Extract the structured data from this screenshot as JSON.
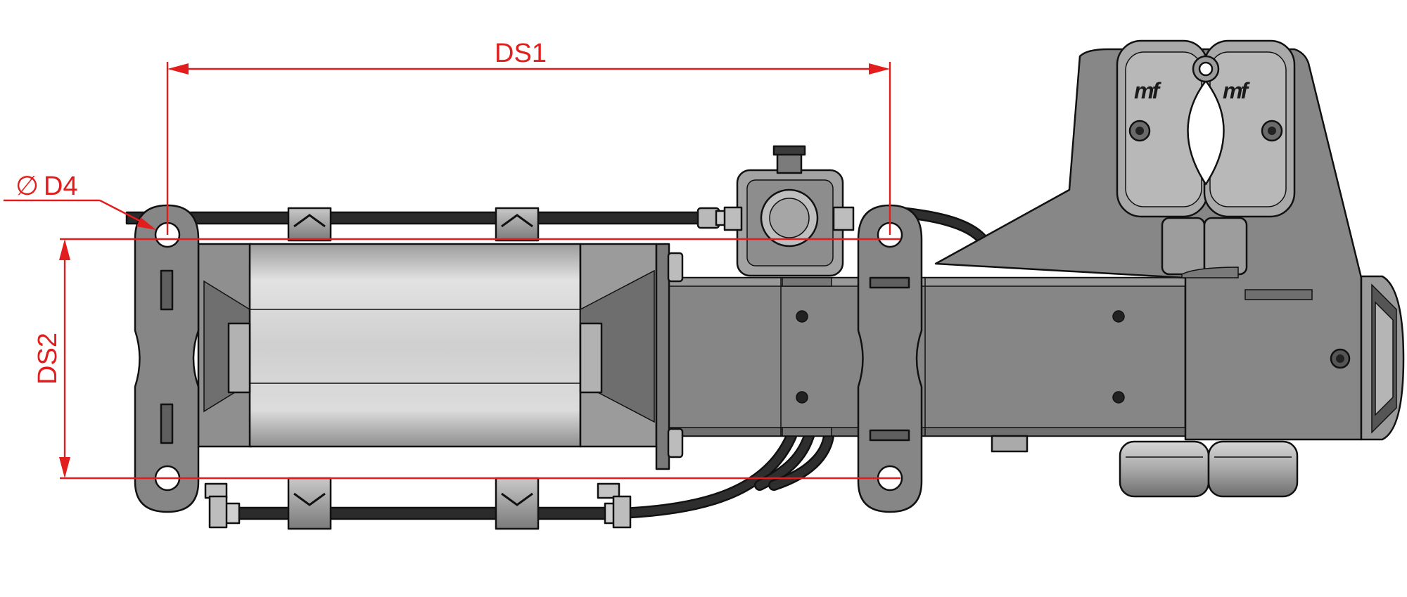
{
  "dimensions": {
    "ds1": {
      "label": "DS1"
    },
    "ds2": {
      "label": "DS2"
    },
    "d4": {
      "symbol": "∅",
      "label": "D4"
    }
  },
  "logo": {
    "left": "mf",
    "right": "mf"
  },
  "colors": {
    "dimension": "#e11d1d",
    "body": "#868686",
    "body_light": "#bdbdbd",
    "body_dark": "#5e5e5e",
    "hose": "#2b2b2b",
    "outline": "#111111"
  }
}
